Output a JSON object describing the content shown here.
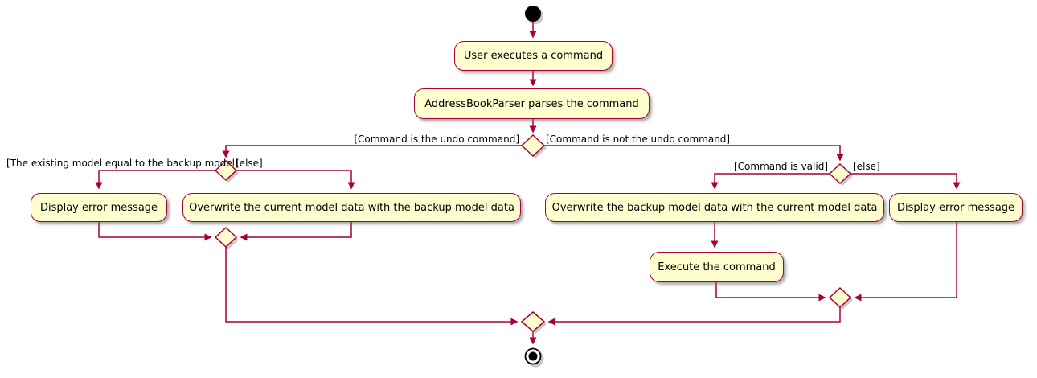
{
  "diagram": {
    "type": "uml-activity-diagram",
    "colors": {
      "line": "#A80036",
      "node_fill": "#FEFECE",
      "node_border": "#A80036",
      "text": "#000000",
      "background": "#FFFFFF"
    },
    "nodes": {
      "start": "start",
      "user_executes": "User executes a command",
      "parser": "AddressBookParser parses the command",
      "display_error_left": "Display error message",
      "overwrite_current": "Overwrite the current model data with the backup model data",
      "overwrite_backup": "Overwrite the backup model data with the current model data",
      "display_error_right": "Display error message",
      "execute_command": "Execute the command",
      "end": "end"
    },
    "guards": {
      "is_undo": "[Command is the undo command]",
      "is_not_undo": "[Command is not the undo command]",
      "model_equal_backup": "[The existing model equal to the backup model]",
      "else_left": "[else]",
      "command_valid": "[Command is valid]",
      "else_right": "[else]"
    }
  }
}
